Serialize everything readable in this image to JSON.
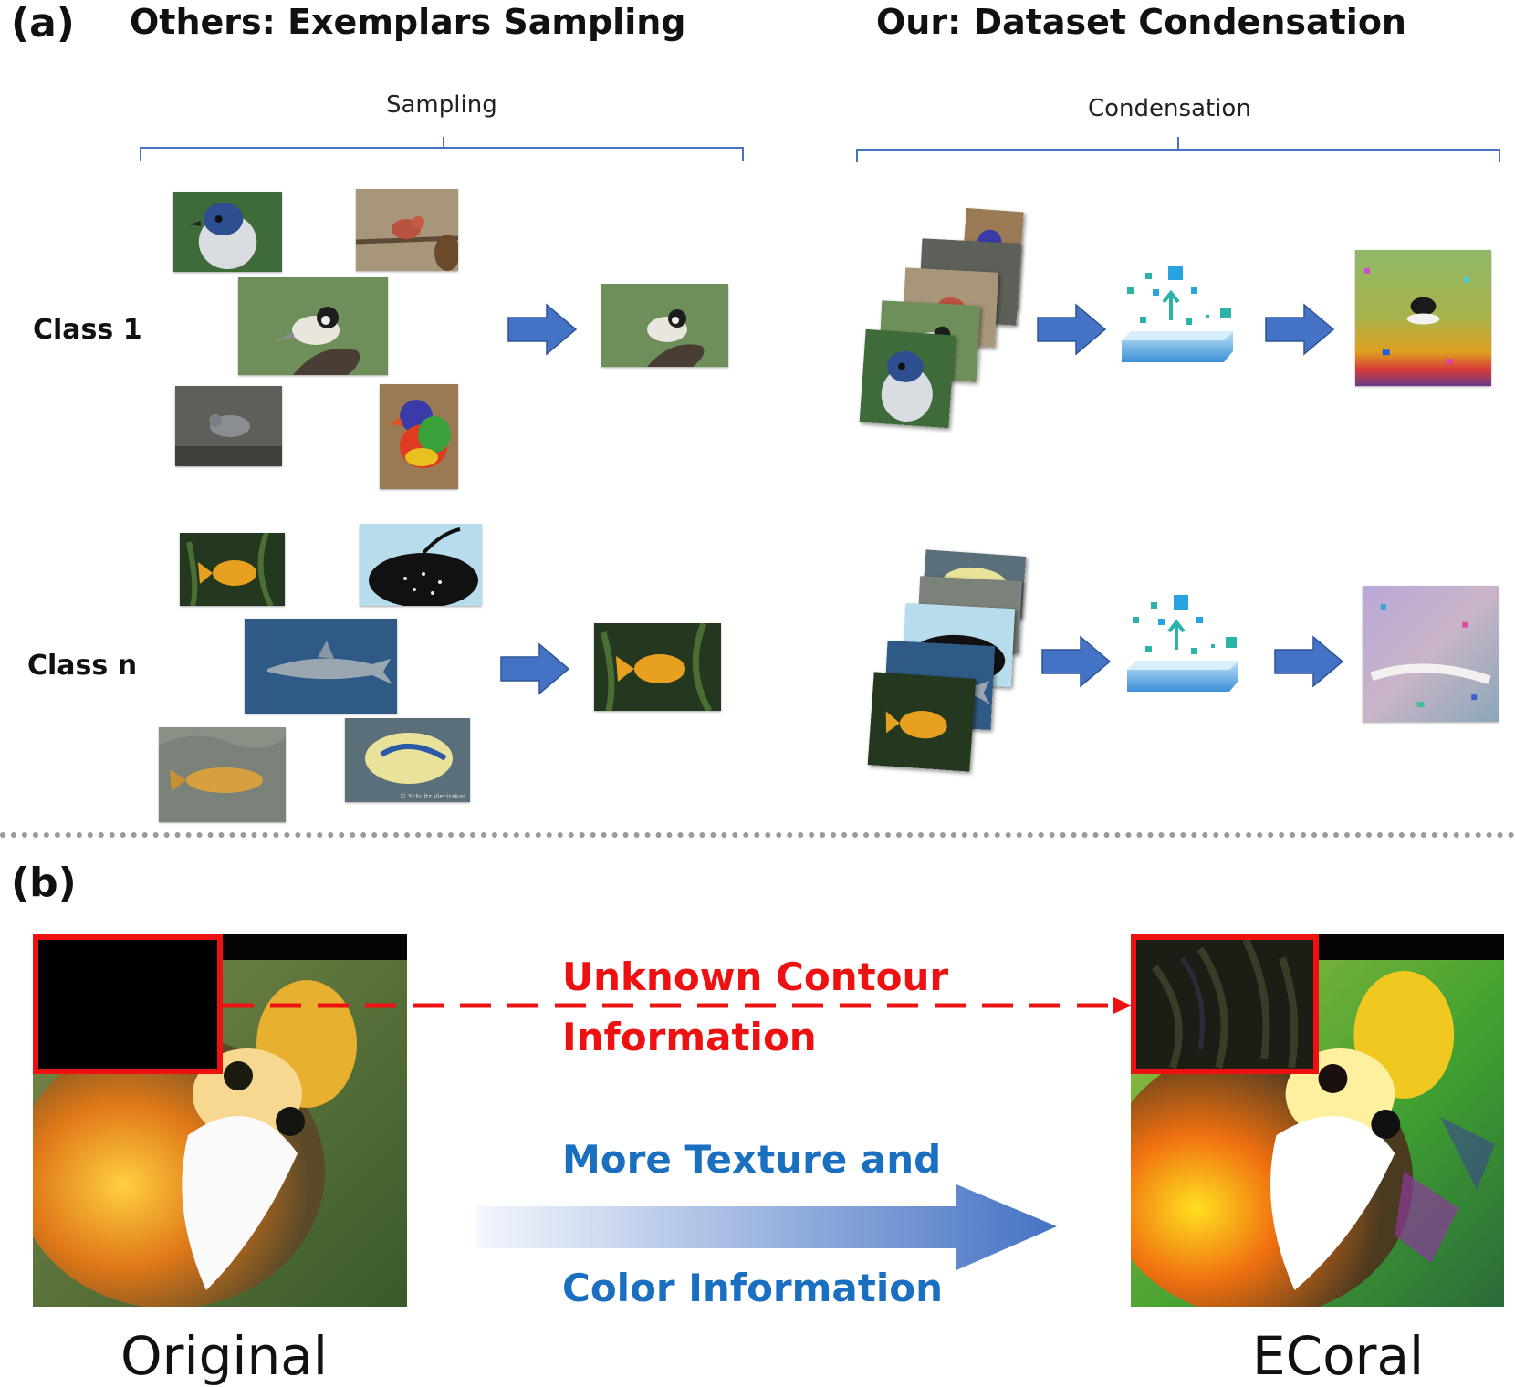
{
  "panel_a": {
    "label": "(a)",
    "left_heading": "Others: Exemplars Sampling",
    "right_heading": "Our: Dataset Condensation",
    "left_brace_label": "Sampling",
    "right_brace_label": "Condensation",
    "rows": [
      {
        "label": "Class 1"
      },
      {
        "label": "Class n"
      }
    ],
    "watermark": "© Schultz Viecirakas"
  },
  "panel_b": {
    "label": "(b)",
    "red_annotation_line1": "Unknown Contour",
    "red_annotation_line2": "Information",
    "blue_annotation_line1": "More Texture and",
    "blue_annotation_line2": "Color Information",
    "left_caption": "Original",
    "right_caption": "ECoral"
  },
  "colors": {
    "arrow_blue": "#4472c4",
    "red": "#ee1111",
    "text_blue": "#1a6fc0",
    "teal": "#2ab3a6",
    "cyan": "#29a3e0"
  }
}
